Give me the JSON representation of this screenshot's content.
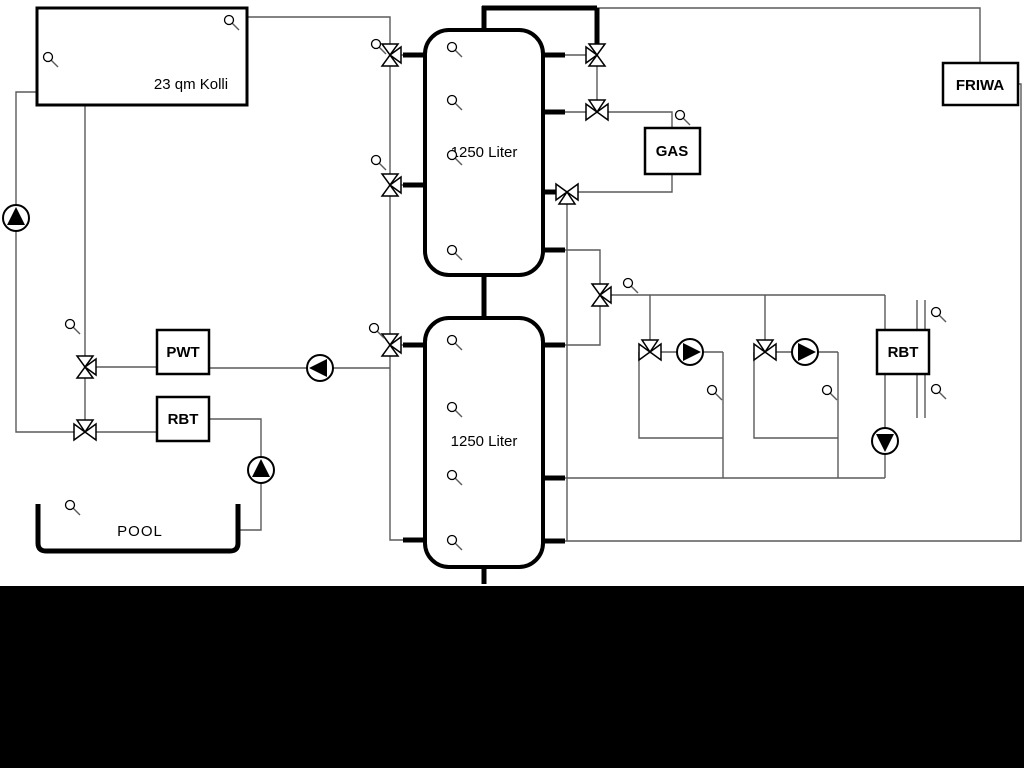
{
  "labels": {
    "collector": "23 qm Kolli",
    "tank_top": "1250 Liter",
    "tank_bottom": "1250 Liter",
    "pwt": "PWT",
    "rbt_left": "RBT",
    "rbt_right": "RBT",
    "gas": "GAS",
    "friwa": "FRIWA",
    "pool": "POOL"
  },
  "colors": {
    "background": "#ffffff",
    "bottom_mask": "#000000",
    "pipe_thick": "#000000",
    "pipe_thin": "#5a5a5a",
    "component_fill": "#ffffff",
    "component_stroke": "#000000"
  },
  "icons": {
    "pump-icon": "circle with filled directional triangle",
    "three-way-valve-icon": "bowtie of two hollow triangles with a third branch triangle",
    "temperature-sensor-icon": "small circle with short stem line"
  }
}
